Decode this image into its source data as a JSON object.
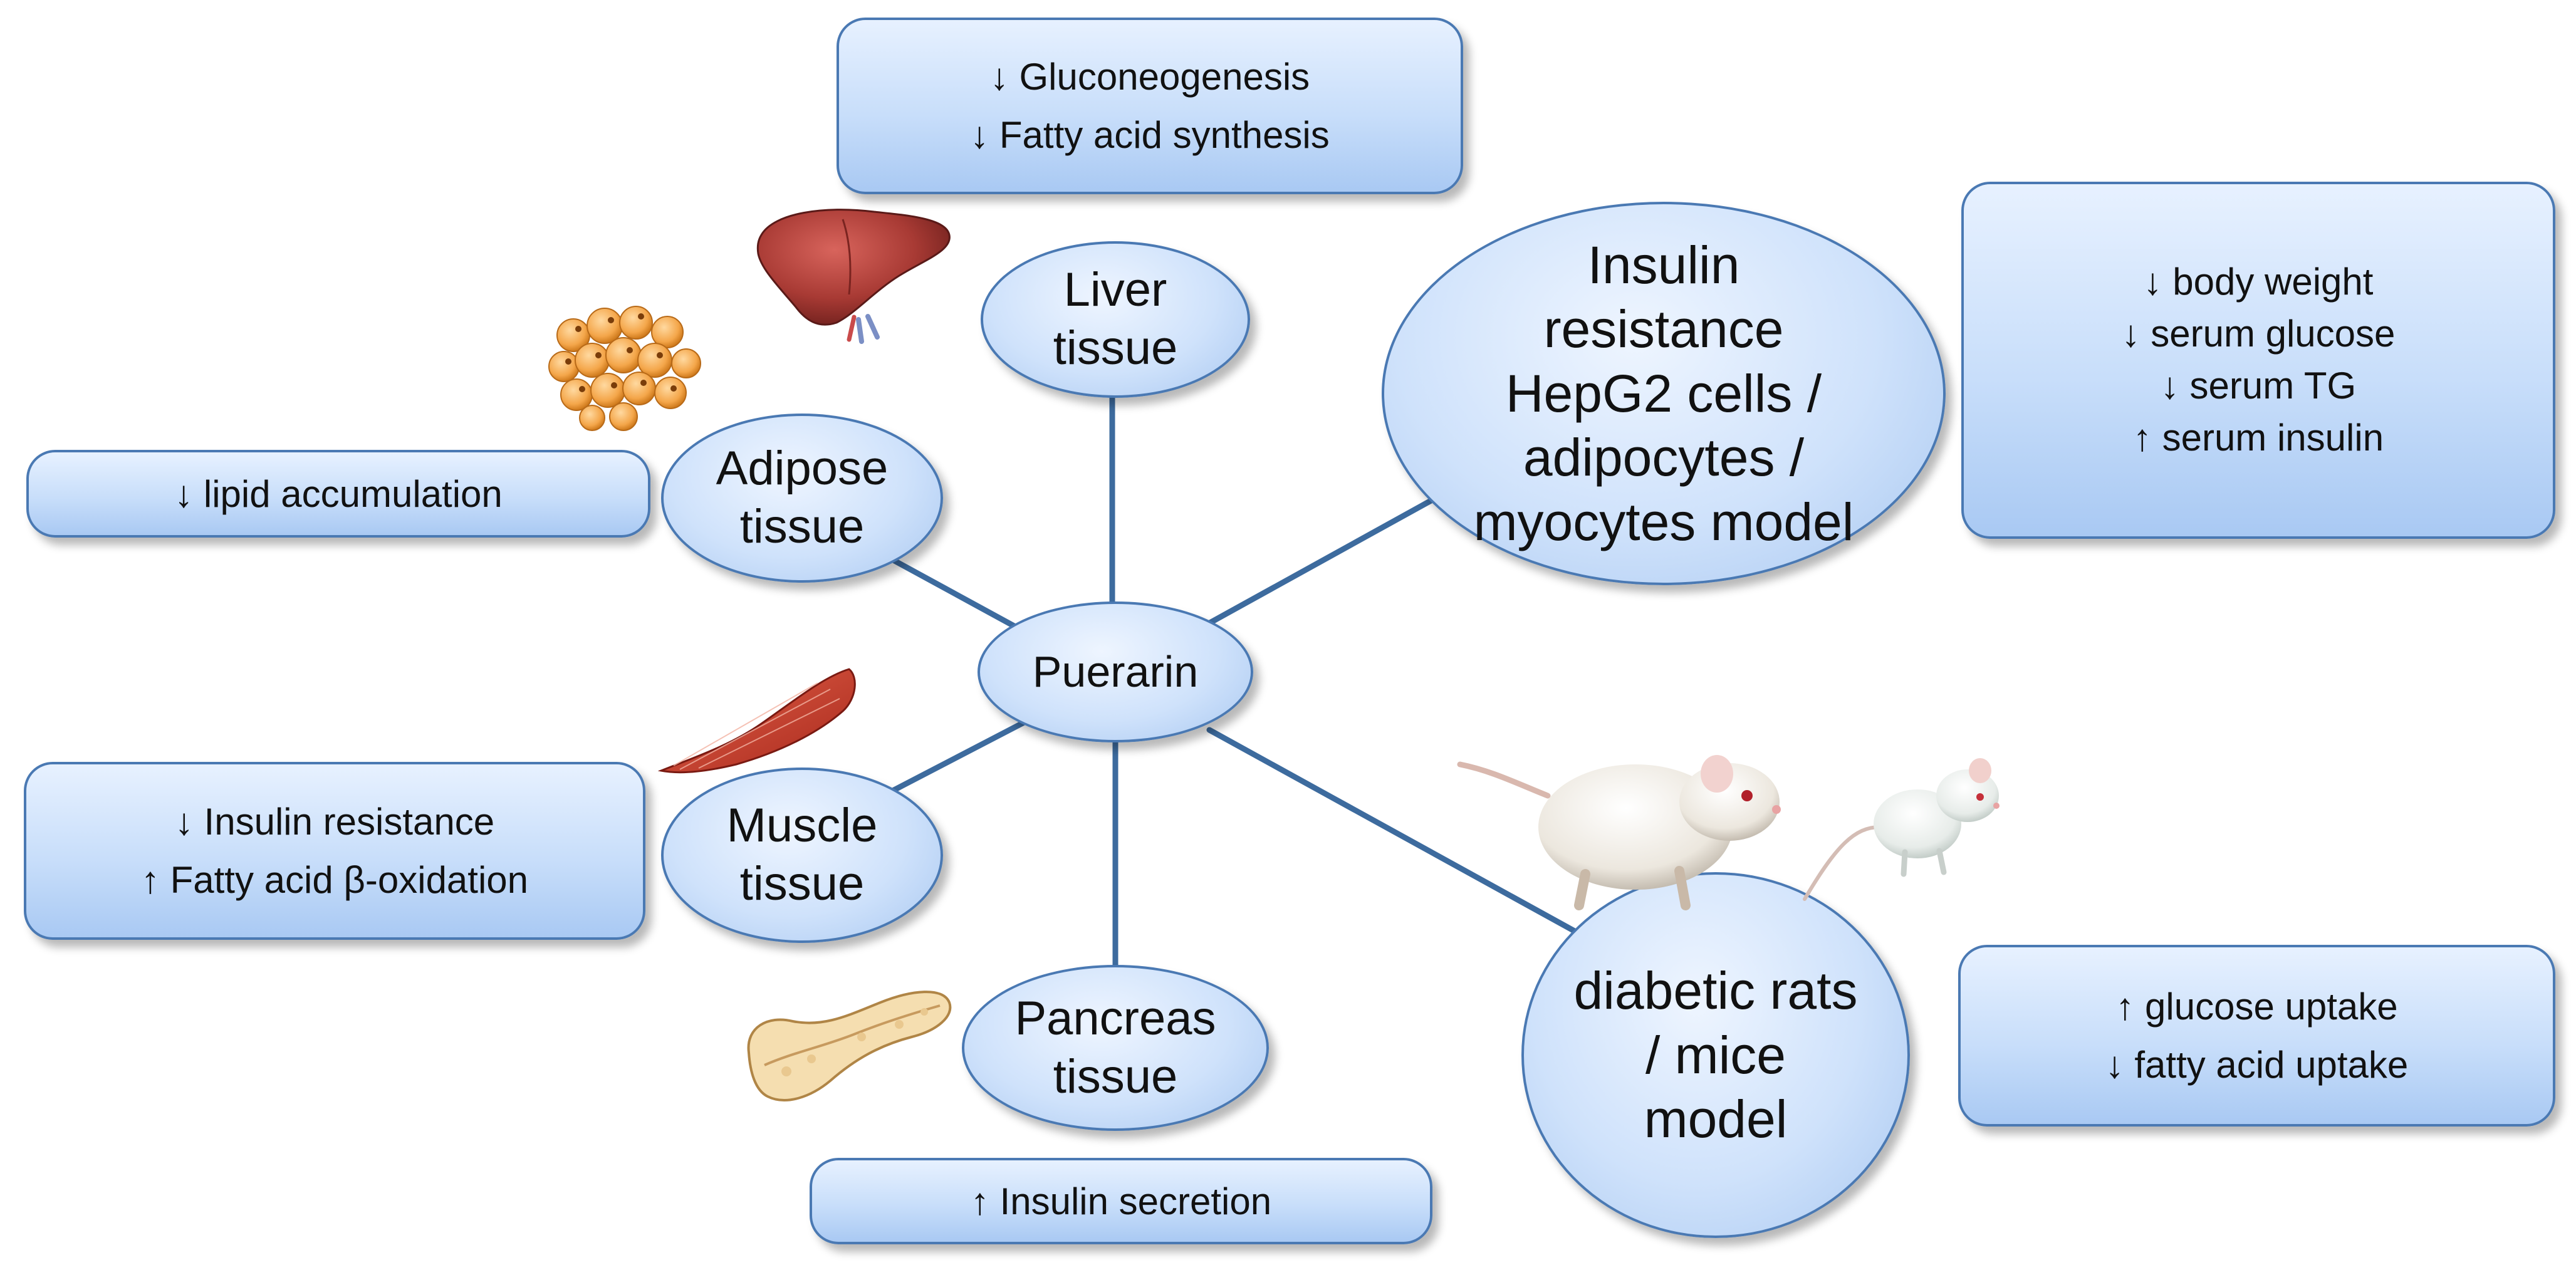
{
  "center": {
    "label": "Puerarin"
  },
  "nodes": {
    "liver": [
      "Liver",
      "tissue"
    ],
    "adipose": [
      "Adipose",
      "tissue"
    ],
    "muscle": [
      "Muscle",
      "tissue"
    ],
    "pancreas": [
      "Pancreas",
      "tissue"
    ],
    "cells": [
      "Insulin",
      "resistance",
      "HepG2 cells /",
      "adipocytes /",
      "myocytes model"
    ],
    "animals": [
      "diabetic rats",
      "/ mice",
      "model"
    ]
  },
  "effects": {
    "liver": [
      "↓ Gluconeogenesis",
      "↓ Fatty acid synthesis"
    ],
    "adipose": [
      "↓ lipid accumulation"
    ],
    "muscle": [
      "↓ Insulin resistance",
      "↑ Fatty acid β-oxidation"
    ],
    "pancreas": [
      "↑ Insulin secretion"
    ],
    "cells": [
      "↓ body weight",
      "↓ serum glucose",
      "↓ serum TG",
      "↑ serum insulin"
    ],
    "animals": [
      "↑ glucose uptake",
      "↓ fatty acid uptake"
    ]
  },
  "colors": {
    "line": "#3d6b9e",
    "border": "#4a79b3",
    "box_fill": "#c8defa"
  },
  "icons": [
    "liver-icon",
    "fat-cells-icon",
    "muscle-icon",
    "pancreas-icon",
    "rat-icon",
    "mouse-icon"
  ]
}
